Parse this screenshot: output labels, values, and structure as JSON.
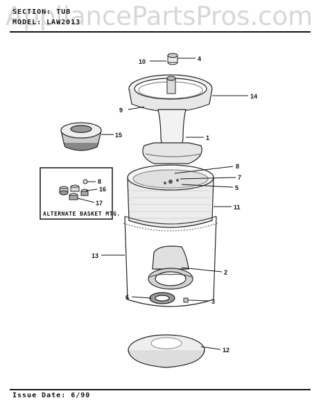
{
  "header": {
    "section_line": "SECTION: TUB",
    "model_line": "MODEL: LAW2013",
    "watermark": "AppliancePartsPros.com"
  },
  "callouts": {
    "c1": "1",
    "c2": "2",
    "c3": "3",
    "c4": "4",
    "c5": "5",
    "c6": "6",
    "c7": "7",
    "c8": "8",
    "c9": "9",
    "c10": "10",
    "c11": "11",
    "c12": "12",
    "c13": "13",
    "c14": "14",
    "c15": "15",
    "inset_8": "8",
    "inset_16": "16",
    "inset_17": "17"
  },
  "inset": {
    "label": "ALTERNATE BASKET MTG."
  },
  "footer": {
    "issue_date": "Issue Date: 6/90"
  }
}
